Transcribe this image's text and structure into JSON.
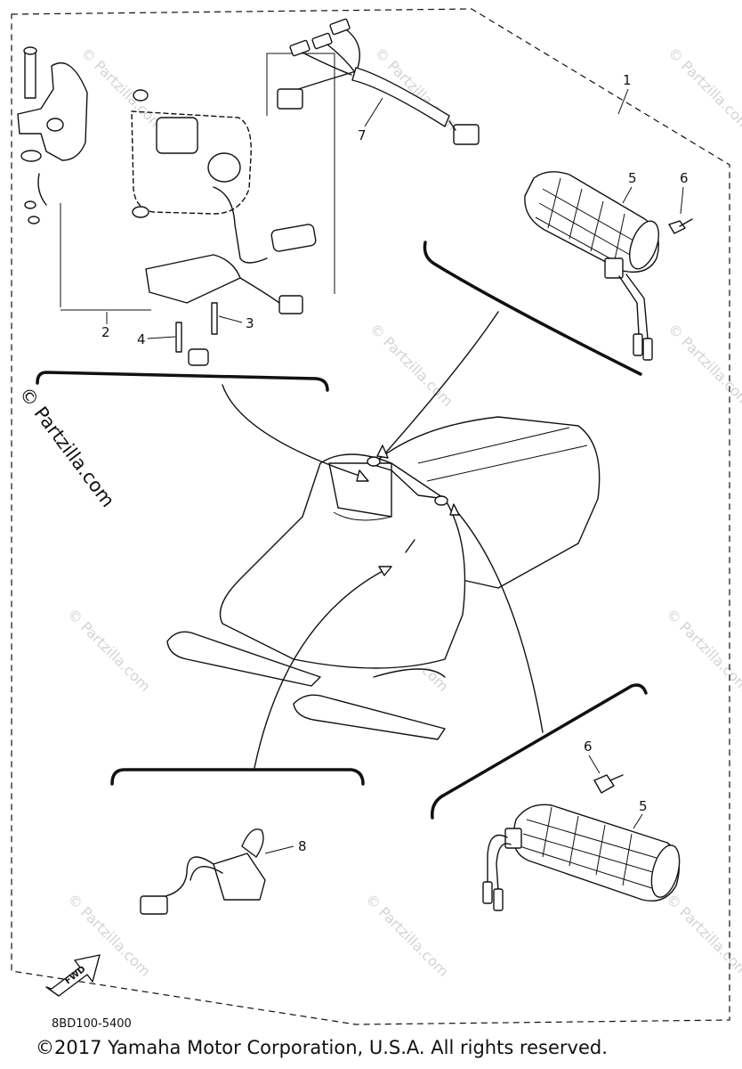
{
  "diagram": {
    "callouts": [
      {
        "id": "c1",
        "label": "1"
      },
      {
        "id": "c2",
        "label": "2"
      },
      {
        "id": "c3",
        "label": "3"
      },
      {
        "id": "c4",
        "label": "4"
      },
      {
        "id": "c5a",
        "label": "5"
      },
      {
        "id": "c5b",
        "label": "5"
      },
      {
        "id": "c6a",
        "label": "6"
      },
      {
        "id": "c6b",
        "label": "6"
      },
      {
        "id": "c7",
        "label": "7"
      },
      {
        "id": "c8",
        "label": "8"
      }
    ],
    "fwd_label": "FWD",
    "diagram_code": "8BD100-5400",
    "copyright": "©2017 Yamaha Motor Corporation, U.S.A. All rights reserved.",
    "watermark_main": "© Partzilla.com",
    "watermark_faint": "© Partzilla.com"
  },
  "colors": {
    "line": "#111111",
    "watermark": "#c9c9c9",
    "background": "#ffffff"
  }
}
